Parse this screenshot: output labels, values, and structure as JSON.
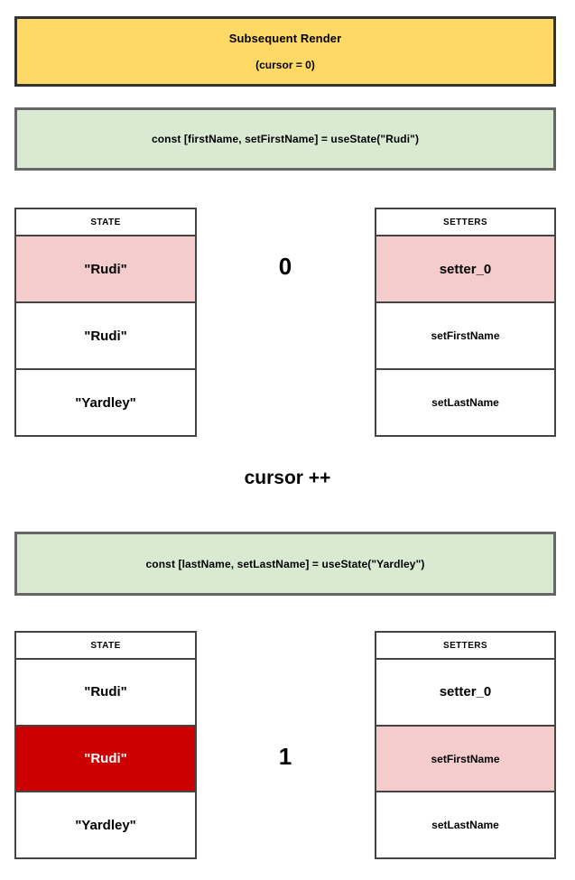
{
  "render_banner": {
    "title": "Subsequent Render",
    "subtitle": "(cursor = 0)",
    "background_color": "#ffd966"
  },
  "code_banners": {
    "first": "const [firstName, setFirstName] = useState(\"Rudi\")",
    "second": "const [lastName, setLastName] = useState(\"Yardley\")",
    "background_color": "#d9ead3"
  },
  "cursor_increment_label": "cursor ++",
  "colors": {
    "highlight_pink": "#f4cccc",
    "highlight_red": "#cc0000",
    "border_dark": "#333333",
    "border_gray": "#666666"
  },
  "step_one": {
    "cursor_value": "0",
    "state_table": {
      "header": "STATE",
      "cells": [
        {
          "label": "\"Rudi\"",
          "highlight": "pink"
        },
        {
          "label": "\"Rudi\"",
          "highlight": "none"
        },
        {
          "label": "\"Yardley\"",
          "highlight": "none"
        }
      ]
    },
    "setters_table": {
      "header": "SETTERS",
      "cells": [
        {
          "label": "setter_0",
          "highlight": "pink"
        },
        {
          "label": "setFirstName",
          "highlight": "none"
        },
        {
          "label": "setLastName",
          "highlight": "none"
        }
      ]
    }
  },
  "step_two": {
    "cursor_value": "1",
    "state_table": {
      "header": "STATE",
      "cells": [
        {
          "label": "\"Rudi\"",
          "highlight": "none"
        },
        {
          "label": "\"Rudi\"",
          "highlight": "red"
        },
        {
          "label": "\"Yardley\"",
          "highlight": "none"
        }
      ]
    },
    "setters_table": {
      "header": "SETTERS",
      "cells": [
        {
          "label": "setter_0",
          "highlight": "none"
        },
        {
          "label": "setFirstName",
          "highlight": "pink"
        },
        {
          "label": "setLastName",
          "highlight": "none"
        }
      ]
    }
  }
}
